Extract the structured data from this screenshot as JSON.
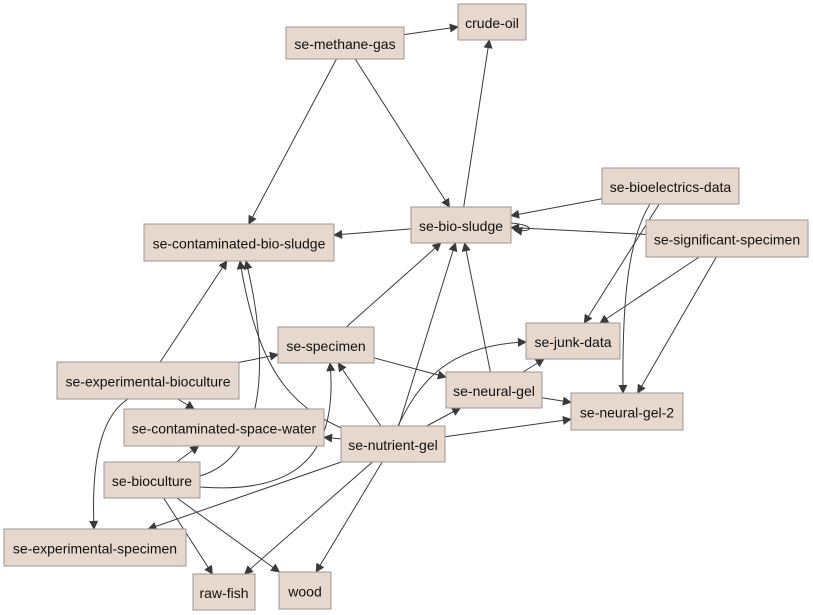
{
  "diagram": {
    "node_fill": "#e6d8cc",
    "node_border": "#9e9690",
    "edge_color": "#3a3a3a",
    "nodes": [
      {
        "id": "se-methane-gas",
        "label": "se-methane-gas"
      },
      {
        "id": "crude-oil",
        "label": "crude-oil"
      },
      {
        "id": "se-bioelectrics-data",
        "label": "se-bioelectrics-data"
      },
      {
        "id": "se-bio-sludge",
        "label": "se-bio-sludge"
      },
      {
        "id": "se-significant-specimen",
        "label": "se-significant-specimen"
      },
      {
        "id": "se-contaminated-bio-sludge",
        "label": "se-contaminated-bio-sludge"
      },
      {
        "id": "se-junk-data",
        "label": "se-junk-data"
      },
      {
        "id": "se-specimen",
        "label": "se-specimen"
      },
      {
        "id": "se-experimental-bioculture",
        "label": "se-experimental-bioculture"
      },
      {
        "id": "se-neural-gel",
        "label": "se-neural-gel"
      },
      {
        "id": "se-neural-gel-2",
        "label": "se-neural-gel-2"
      },
      {
        "id": "se-contaminated-space-water",
        "label": "se-contaminated-space-water"
      },
      {
        "id": "se-nutrient-gel",
        "label": "se-nutrient-gel"
      },
      {
        "id": "se-bioculture",
        "label": "se-bioculture"
      },
      {
        "id": "se-experimental-specimen",
        "label": "se-experimental-specimen"
      },
      {
        "id": "raw-fish",
        "label": "raw-fish"
      },
      {
        "id": "wood",
        "label": "wood"
      }
    ],
    "edges": [
      {
        "from": "se-methane-gas",
        "to": "crude-oil"
      },
      {
        "from": "se-methane-gas",
        "to": "se-contaminated-bio-sludge"
      },
      {
        "from": "se-methane-gas",
        "to": "se-bio-sludge"
      },
      {
        "from": "se-bio-sludge",
        "to": "crude-oil"
      },
      {
        "from": "se-bio-sludge",
        "to": "se-contaminated-bio-sludge"
      },
      {
        "from": "se-bio-sludge",
        "to": "se-bio-sludge"
      },
      {
        "from": "se-bioelectrics-data",
        "to": "se-bio-sludge"
      },
      {
        "from": "se-bioelectrics-data",
        "to": "se-junk-data"
      },
      {
        "from": "se-bioelectrics-data",
        "to": "se-neural-gel-2"
      },
      {
        "from": "se-significant-specimen",
        "to": "se-bio-sludge"
      },
      {
        "from": "se-significant-specimen",
        "to": "se-junk-data"
      },
      {
        "from": "se-significant-specimen",
        "to": "se-neural-gel-2"
      },
      {
        "from": "se-specimen",
        "to": "se-bio-sludge"
      },
      {
        "from": "se-specimen",
        "to": "se-neural-gel"
      },
      {
        "from": "se-experimental-bioculture",
        "to": "se-contaminated-bio-sludge"
      },
      {
        "from": "se-experimental-bioculture",
        "to": "se-specimen"
      },
      {
        "from": "se-experimental-bioculture",
        "to": "se-contaminated-space-water"
      },
      {
        "from": "se-experimental-bioculture",
        "to": "se-experimental-specimen"
      },
      {
        "from": "se-neural-gel",
        "to": "se-bio-sludge"
      },
      {
        "from": "se-neural-gel",
        "to": "se-junk-data"
      },
      {
        "from": "se-neural-gel",
        "to": "se-neural-gel-2"
      },
      {
        "from": "se-nutrient-gel",
        "to": "se-bio-sludge"
      },
      {
        "from": "se-nutrient-gel",
        "to": "se-contaminated-bio-sludge"
      },
      {
        "from": "se-nutrient-gel",
        "to": "se-specimen"
      },
      {
        "from": "se-nutrient-gel",
        "to": "se-neural-gel"
      },
      {
        "from": "se-nutrient-gel",
        "to": "se-junk-data"
      },
      {
        "from": "se-nutrient-gel",
        "to": "se-neural-gel-2"
      },
      {
        "from": "se-nutrient-gel",
        "to": "se-contaminated-space-water"
      },
      {
        "from": "se-nutrient-gel",
        "to": "se-experimental-specimen"
      },
      {
        "from": "se-nutrient-gel",
        "to": "raw-fish"
      },
      {
        "from": "se-nutrient-gel",
        "to": "wood"
      },
      {
        "from": "se-bioculture",
        "to": "se-contaminated-bio-sludge"
      },
      {
        "from": "se-bioculture",
        "to": "se-specimen"
      },
      {
        "from": "se-bioculture",
        "to": "se-contaminated-space-water"
      },
      {
        "from": "se-bioculture",
        "to": "raw-fish"
      },
      {
        "from": "se-bioculture",
        "to": "wood"
      }
    ]
  }
}
